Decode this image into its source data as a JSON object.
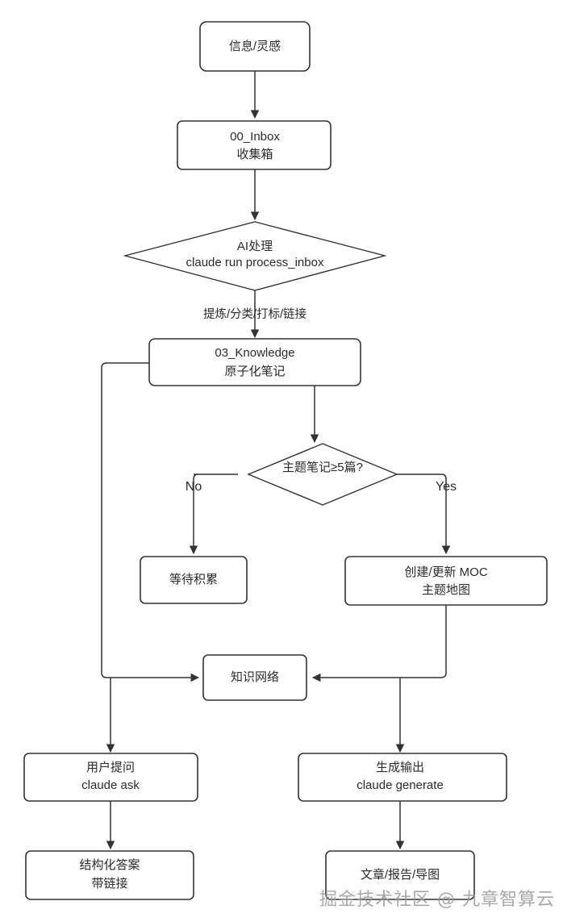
{
  "diagram": {
    "title": "AI Knowledge Pipeline Flowchart",
    "background_color": "#ffffff",
    "stroke_color": "#333333",
    "text_color": "#2b2b2b",
    "nodes": [
      {
        "id": "source",
        "shape": "rounded-rect",
        "line1": "信息/灵感",
        "line2": ""
      },
      {
        "id": "inbox",
        "shape": "rounded-rect",
        "line1": "00_Inbox",
        "line2": "收集箱"
      },
      {
        "id": "ai",
        "shape": "diamond",
        "line1": "AI处理",
        "line2": "claude run process_inbox"
      },
      {
        "id": "knowledge",
        "shape": "rounded-rect",
        "line1": "03_Knowledge",
        "line2": "原子化笔记"
      },
      {
        "id": "decision",
        "shape": "diamond",
        "line1": "主题笔记≥5篇?",
        "line2": ""
      },
      {
        "id": "wait",
        "shape": "rounded-rect",
        "line1": "等待积累",
        "line2": ""
      },
      {
        "id": "moc",
        "shape": "rounded-rect",
        "line1": "创建/更新 MOC",
        "line2": "主题地图"
      },
      {
        "id": "network",
        "shape": "rounded-rect",
        "line1": "知识网络",
        "line2": ""
      },
      {
        "id": "ask",
        "shape": "rounded-rect",
        "line1": "用户提问",
        "line2": "claude ask"
      },
      {
        "id": "generate",
        "shape": "rounded-rect",
        "line1": "生成输出",
        "line2": "claude generate"
      },
      {
        "id": "answer",
        "shape": "rounded-rect",
        "line1": "结构化答案",
        "line2": "带链接"
      },
      {
        "id": "artifacts",
        "shape": "rounded-rect",
        "line1": "文章/报告/导图",
        "line2": ""
      }
    ],
    "edge_labels": {
      "process": "提炼/分类/打标/链接",
      "no": "No",
      "yes": "Yes"
    },
    "watermark": "掘金技术社区 @ 九章智算云"
  }
}
